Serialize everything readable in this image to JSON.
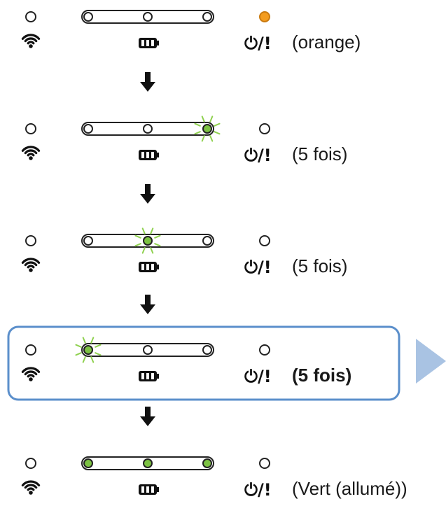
{
  "rows": [
    {
      "label": "(orange)",
      "power_led": "orange",
      "battery_leds": [
        "off",
        "off",
        "off"
      ],
      "blink_index": -1,
      "highlighted": false
    },
    {
      "label": "(5 fois)",
      "power_led": "off",
      "battery_leds": [
        "off",
        "off",
        "green"
      ],
      "blink_index": 2,
      "highlighted": false
    },
    {
      "label": "(5 fois)",
      "power_led": "off",
      "battery_leds": [
        "off",
        "green",
        "off"
      ],
      "blink_index": 1,
      "highlighted": false
    },
    {
      "label": "(5 fois)",
      "power_led": "off",
      "battery_leds": [
        "green",
        "off",
        "off"
      ],
      "blink_index": 0,
      "highlighted": true
    },
    {
      "label": "(Vert (allumé))",
      "power_led": "off",
      "battery_leds": [
        "green",
        "green",
        "green"
      ],
      "blink_index": -1,
      "highlighted": false
    }
  ],
  "power_symbol": "⏻/!",
  "icons": {
    "wifi": "wifi-icon",
    "battery": "battery-icon",
    "power": "power-error-icon",
    "arrow": "down-arrow-icon",
    "next": "next-step-triangle-icon"
  },
  "colors": {
    "orange": "#f39c1f",
    "green": "#7cc242",
    "glow": "#8fd14f",
    "highlight_border": "#5b8fcb",
    "triangle": "#a9c3e3",
    "outline": "#222222"
  }
}
